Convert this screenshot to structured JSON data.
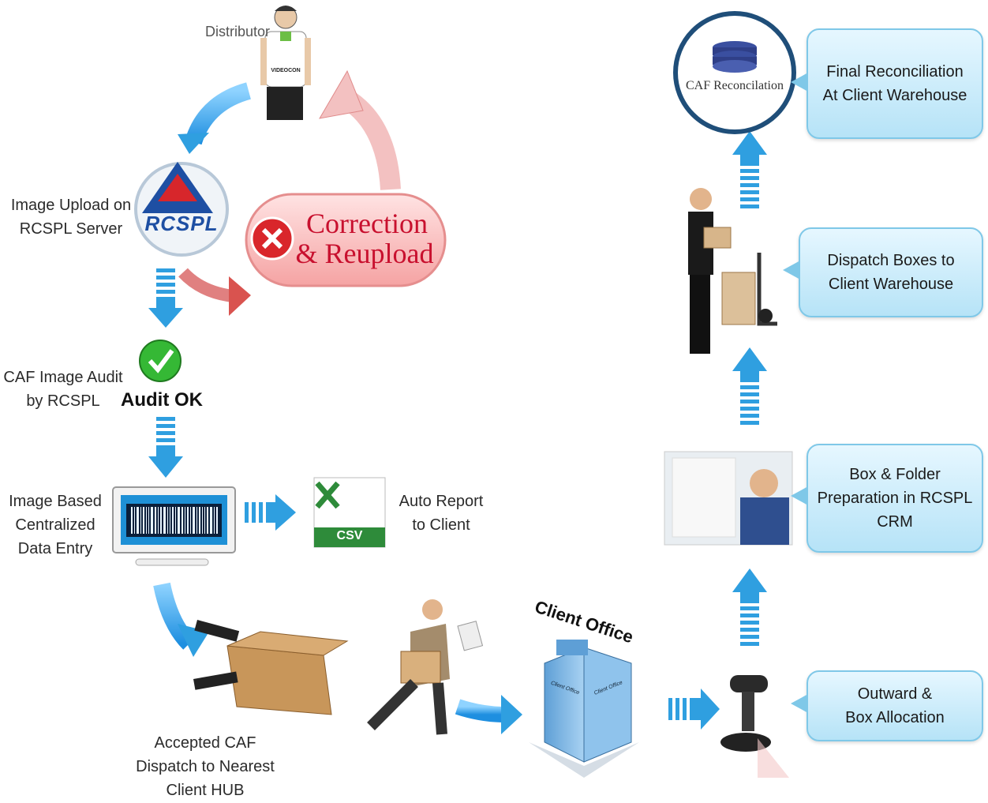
{
  "distributor": {
    "label": "Distributor",
    "shirt_text": "VIDEOCON"
  },
  "rcspl_logo": {
    "text": "RCSPL"
  },
  "correction": {
    "line1": "Correction",
    "line2": "& Reupload",
    "icon": "x-icon"
  },
  "steps": {
    "image_upload": "Image Upload on\nRCSPL Server",
    "caf_audit": "CAF Image Audit\nby RCSPL",
    "audit_ok": "Audit OK",
    "data_entry": "Image Based\nCentralized\nData Entry",
    "auto_report": "Auto Report\nto Client",
    "csv_label": "CSV",
    "accepted_caf": "Accepted CAF\nDispatch to Nearest\nClient HUB",
    "client_office": "Client Office",
    "building_sign1": "Client Office",
    "building_sign2": "Client Office"
  },
  "bubbles": {
    "final_reconciliation": "Final Reconciliation\nAt  Client Warehouse",
    "dispatch_boxes": "Dispatch  Boxes to\nClient Warehouse",
    "box_folder": "Box  & Folder\nPreparation in RCSPL\nCRM",
    "outward": "Outward &\nBox Allocation"
  },
  "caf_reconciliation": {
    "label": "CAF Reconcilation"
  },
  "colors": {
    "blue_arrow": "#2f9fe0",
    "red_arrow": "#d9534f",
    "bubble_border": "#7fc8e8",
    "circle_border": "#1f4e79",
    "audit_green": "#35b835",
    "csv_green": "#2e8b3a"
  }
}
